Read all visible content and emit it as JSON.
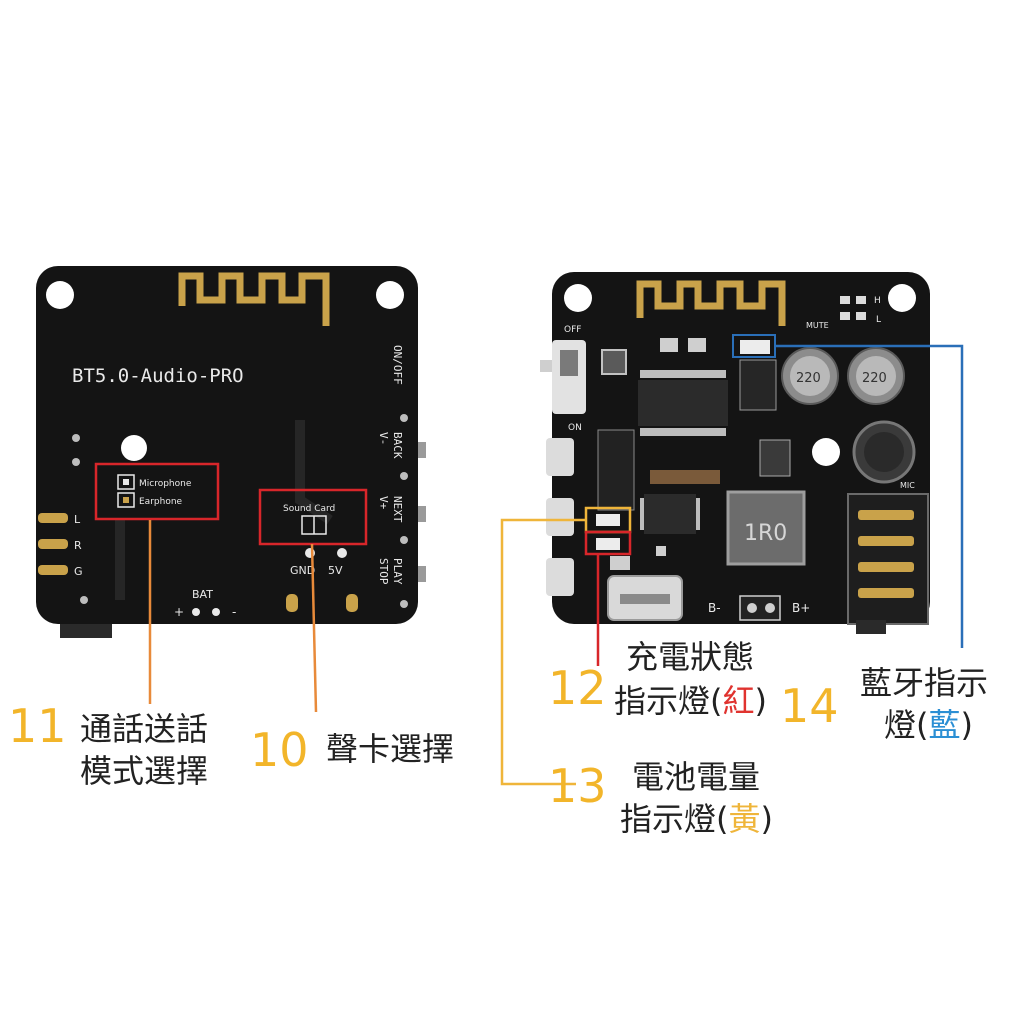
{
  "colors": {
    "pcb": "#141414",
    "gold": "#c9a24a",
    "number": "#f2b52a",
    "orange_line": "#e88a3a",
    "yellow_line": "#efb53a",
    "red_box": "#d8262a",
    "blue_line": "#2a6fb8",
    "text_red": "#e0332f",
    "text_yellow": "#efb53a",
    "text_blue": "#2b8fd4"
  },
  "left_board": {
    "title": "BT5.0-Audio-PRO",
    "on_off": "ON/OFF",
    "v_minus": "V-",
    "back": "BACK",
    "v_plus": "V+",
    "next": "NEXT",
    "stop": "STOP",
    "play": "PLAY",
    "microphone": "Microphone",
    "earphone": "Earphone",
    "sound_card": "Sound Card",
    "bat": "BAT",
    "bat_plus": "+",
    "bat_minus": "-",
    "gnd": "GND",
    "five_v": "5V",
    "l": "L",
    "r": "R",
    "g": "G"
  },
  "right_board": {
    "off": "OFF",
    "on": "ON",
    "mute": "MUTE",
    "h": "H",
    "l": "L",
    "mic": "MIC",
    "inductor": "1R0",
    "cap_label": "220",
    "b_minus": "B-",
    "b_plus": "B+"
  },
  "callouts": {
    "c11": {
      "number": "11",
      "line1": "通話送話",
      "line2": "模式選擇"
    },
    "c10": {
      "number": "10",
      "text": "聲卡選擇"
    },
    "c12": {
      "number": "12",
      "line1": "充電狀態",
      "line2_pre": "指示燈(",
      "line2_color": "紅",
      "line2_post": ")"
    },
    "c13": {
      "number": "13",
      "line1": "電池電量",
      "line2_pre": "指示燈(",
      "line2_color": "黃",
      "line2_post": ")"
    },
    "c14": {
      "number": "14",
      "line1": "藍牙指示",
      "line2_pre": "燈(",
      "line2_color": "藍",
      "line2_post": ")"
    }
  }
}
